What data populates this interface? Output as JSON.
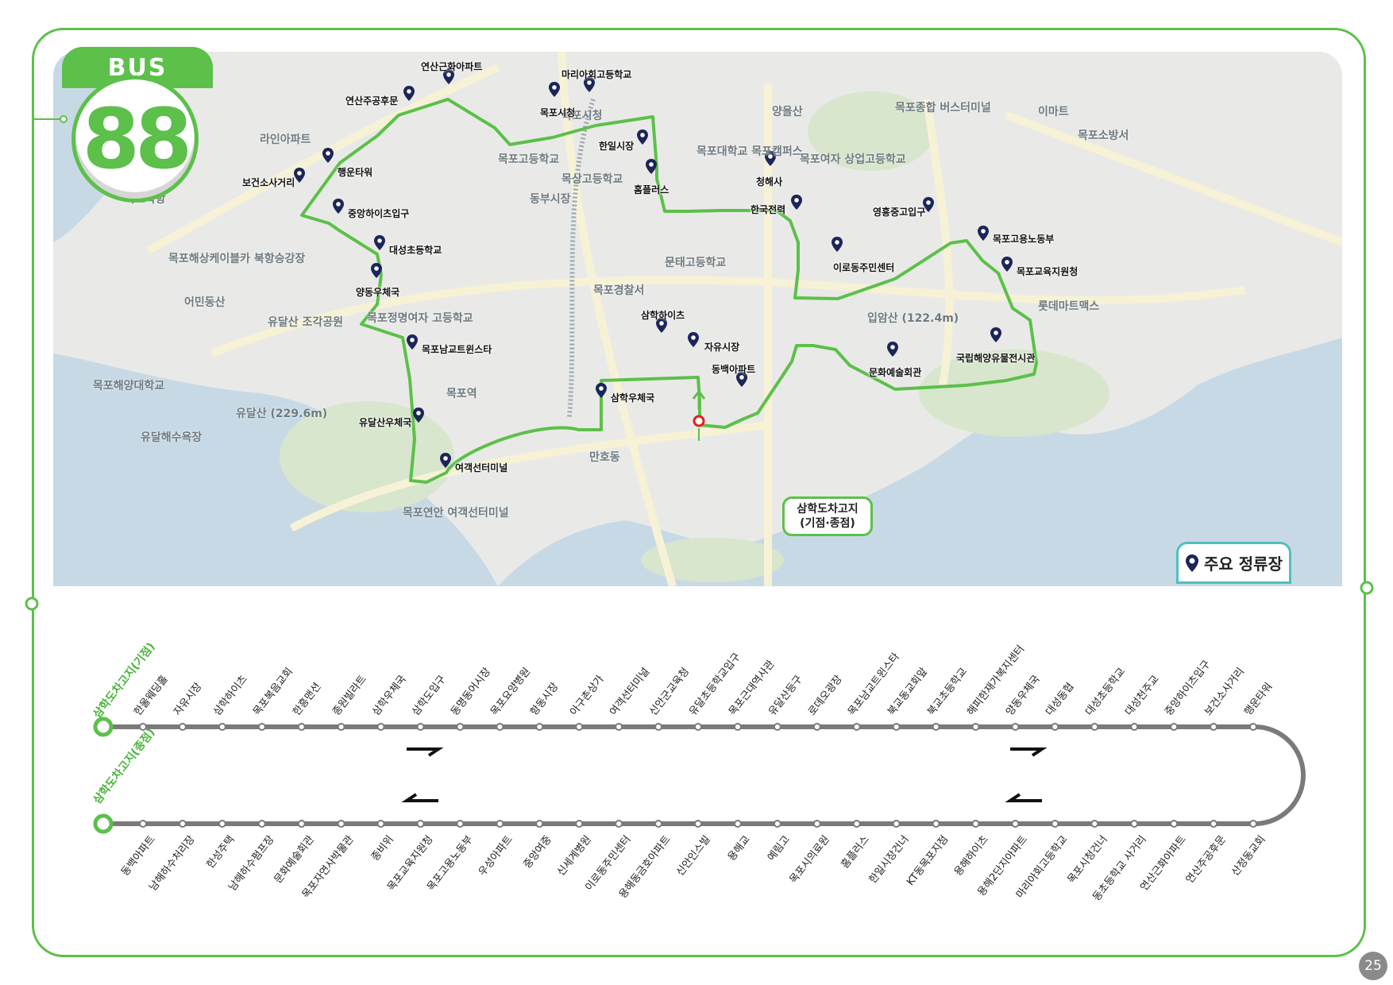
{
  "route": {
    "bus_label": "BUS",
    "number": "88"
  },
  "depot_callout": {
    "line1": "삼학도차고지",
    "line2": "(기점·종점)"
  },
  "legend": {
    "label": "주요 정류장"
  },
  "page_number": "25",
  "colors": {
    "route_green": "#5cc04a",
    "pin_navy": "#1c2559",
    "depot_red": "#e2231a",
    "sea": "#c8d9e6",
    "land": "#e9eae7",
    "track_gray": "#7a7a7a"
  },
  "map_places": [
    "목포시청",
    "목포고등학교",
    "목상고등학교",
    "동부시장",
    "목포경찰서",
    "문태고등학교",
    "목포대학교 목포캠퍼스",
    "목포여자 상업고등학교",
    "양을산",
    "입암산 (122.4m)",
    "유달산 (229.6m)",
    "목포해양대학교",
    "유달해수욕장",
    "목포역",
    "목포해상케이블카 북항승강장",
    "어민동산",
    "유달산 조각공원",
    "목포정명여자 고등학교",
    "만호동",
    "목포종합 버스터미널",
    "이마트",
    "롯데마트맥스",
    "목포소방서",
    "목포북항",
    "라인아파트",
    "목포연안 여객선터미널"
  ],
  "map_stops": [
    {
      "label": "연산근화아파트"
    },
    {
      "label": "마리아회고등학교"
    },
    {
      "label": "연산주공후문"
    },
    {
      "label": "목포시청"
    },
    {
      "label": "한일시장"
    },
    {
      "label": "행운타워"
    },
    {
      "label": "보건소사거리"
    },
    {
      "label": "청해사"
    },
    {
      "label": "홈플러스"
    },
    {
      "label": "중앙하이츠입구"
    },
    {
      "label": "한국전력"
    },
    {
      "label": "영흥중고입구"
    },
    {
      "label": "대성초등학교"
    },
    {
      "label": "목포고용노동부"
    },
    {
      "label": "이로동주민센터"
    },
    {
      "label": "목포교육지원청"
    },
    {
      "label": "양동우체국"
    },
    {
      "label": "삼학하이츠"
    },
    {
      "label": "목포남교트윈스타"
    },
    {
      "label": "자유시장"
    },
    {
      "label": "국립해양유물전시관"
    },
    {
      "label": "문화예술회관"
    },
    {
      "label": "동백아파트"
    },
    {
      "label": "삼학우체국"
    },
    {
      "label": "유달산우체국"
    },
    {
      "label": "여객선터미널"
    }
  ],
  "line_diagram": {
    "start_label": "삼학도차고지(기점)",
    "end_label": "삼학도차고지(종점)",
    "outbound": [
      "한울웨딩홀",
      "자유시장",
      "삼학하이츠",
      "목포복음교회",
      "한흥맨션",
      "종원빌라트",
      "삼학우체국",
      "삼학도입구",
      "동명동어시장",
      "목포요양병원",
      "항동시장",
      "아구촌상가",
      "여객선터미널",
      "신안군교육청",
      "유달초등학교입구",
      "목포근대역사관",
      "유달산등구",
      "로데오광장",
      "목포남교트윈스타",
      "북교동교회앞",
      "북교초등학교",
      "해피한재가복지센터",
      "양동우체국",
      "대성동협",
      "대성초등학교",
      "대성천주교",
      "중앙하이츠입구",
      "보건소사거리",
      "행운타워"
    ],
    "inbound": [
      "동백아파트",
      "남해하수처리장",
      "한성주택",
      "남해하수펌프장",
      "문화예술회관",
      "목포자연사박물관",
      "종비위",
      "목포교육지원청",
      "목포고용노동부",
      "우성아파트",
      "중앙여중",
      "신세계병원",
      "이로동주민센터",
      "용해동금호아파트",
      "신안인스빌",
      "용해교",
      "예림고",
      "목포시의료원",
      "홈플러스",
      "한일시장건너",
      "KT동목포지점",
      "용해하이츠",
      "용해2단지아파트",
      "마리아회고등학교",
      "목포시청건너",
      "동초등학교 사거리",
      "연산근화아파트",
      "연산주공후문",
      "산정동교회"
    ]
  }
}
